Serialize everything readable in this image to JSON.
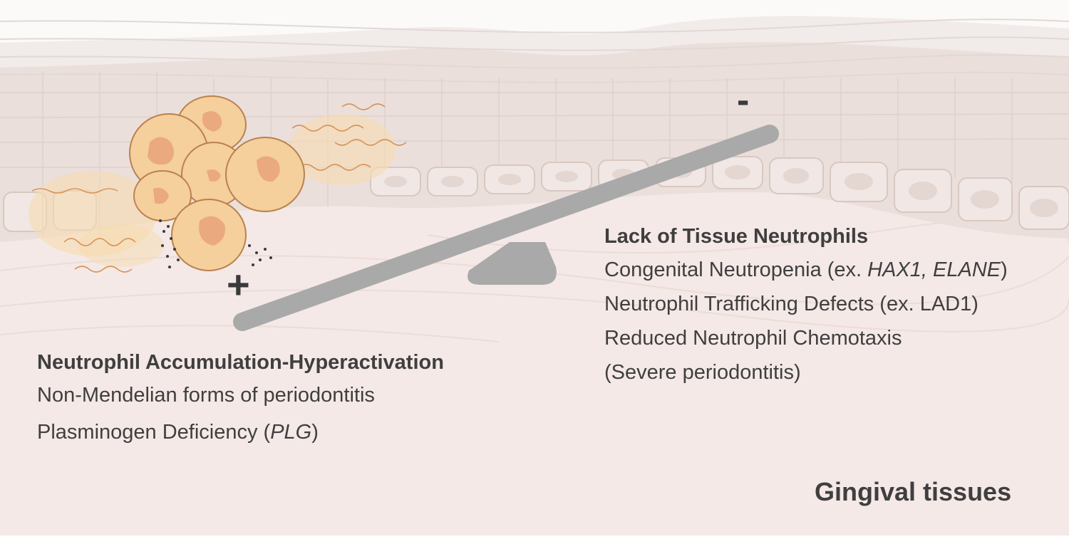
{
  "symbols": {
    "plus": "+",
    "minus": "-"
  },
  "left_panel": {
    "heading": "Neutrophil Accumulation-Hyperactivation",
    "line1": "Non-Mendelian forms of periodontitis",
    "line2_prefix": "Plasminogen Deficiency (",
    "line2_gene": "PLG",
    "line2_suffix": ")"
  },
  "right_panel": {
    "heading": "Lack of Tissue Neutrophils",
    "line1_prefix": "Congenital Neutropenia (ex. ",
    "line1_genes": "HAX1, ELANE",
    "line1_suffix": ")",
    "line2": "Neutrophil Trafficking Defects (ex. LAD1)",
    "line3": "Reduced Neutrophil Chemotaxis",
    "line4": "(Severe periodontitis)"
  },
  "tissue_label": "Gingival tissues",
  "colors": {
    "background": "#f4e9e6",
    "epithelium": "#ece1dd",
    "cell_outline": "#d9c8c2",
    "keratin": "#f3efed",
    "neutrophil_fill": "#f5cf9c",
    "neutrophil_nucleus": "#ebad7e",
    "seesaw": "#a9a9a9",
    "text": "#3f3f3f"
  }
}
